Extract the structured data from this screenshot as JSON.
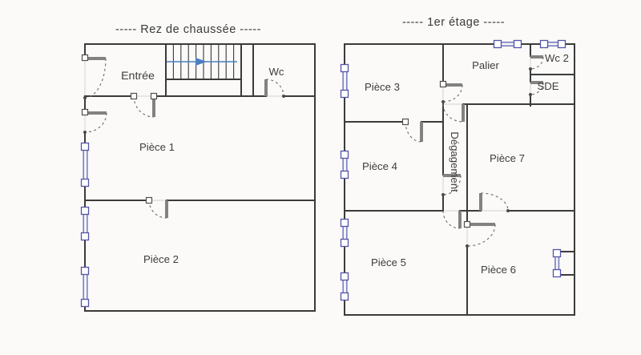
{
  "ground_floor": {
    "title": "-----  Rez de chaussée  -----",
    "rooms": {
      "entree": "Entrée",
      "wc": "Wc",
      "piece1": "Pièce 1",
      "piece2": "Pièce 2"
    }
  },
  "first_floor": {
    "title": "-----  1er étage  -----",
    "rooms": {
      "piece3": "Pièce 3",
      "palier": "Palier",
      "wc2": "Wc 2",
      "sde": "SDE",
      "piece4": "Pièce 4",
      "degagement": "Dégagement",
      "piece7": "Pièce 7",
      "piece5": "Pièce 5",
      "piece6": "Pièce 6"
    }
  },
  "colors": {
    "wall": "#3b3b3b",
    "window": "#8487c9",
    "window_frame": "#5354a6",
    "door_leaf": "#828282",
    "stair_arrow": "#4a7fc1",
    "text": "#3d3d3d",
    "background": "#fbfaf8"
  }
}
